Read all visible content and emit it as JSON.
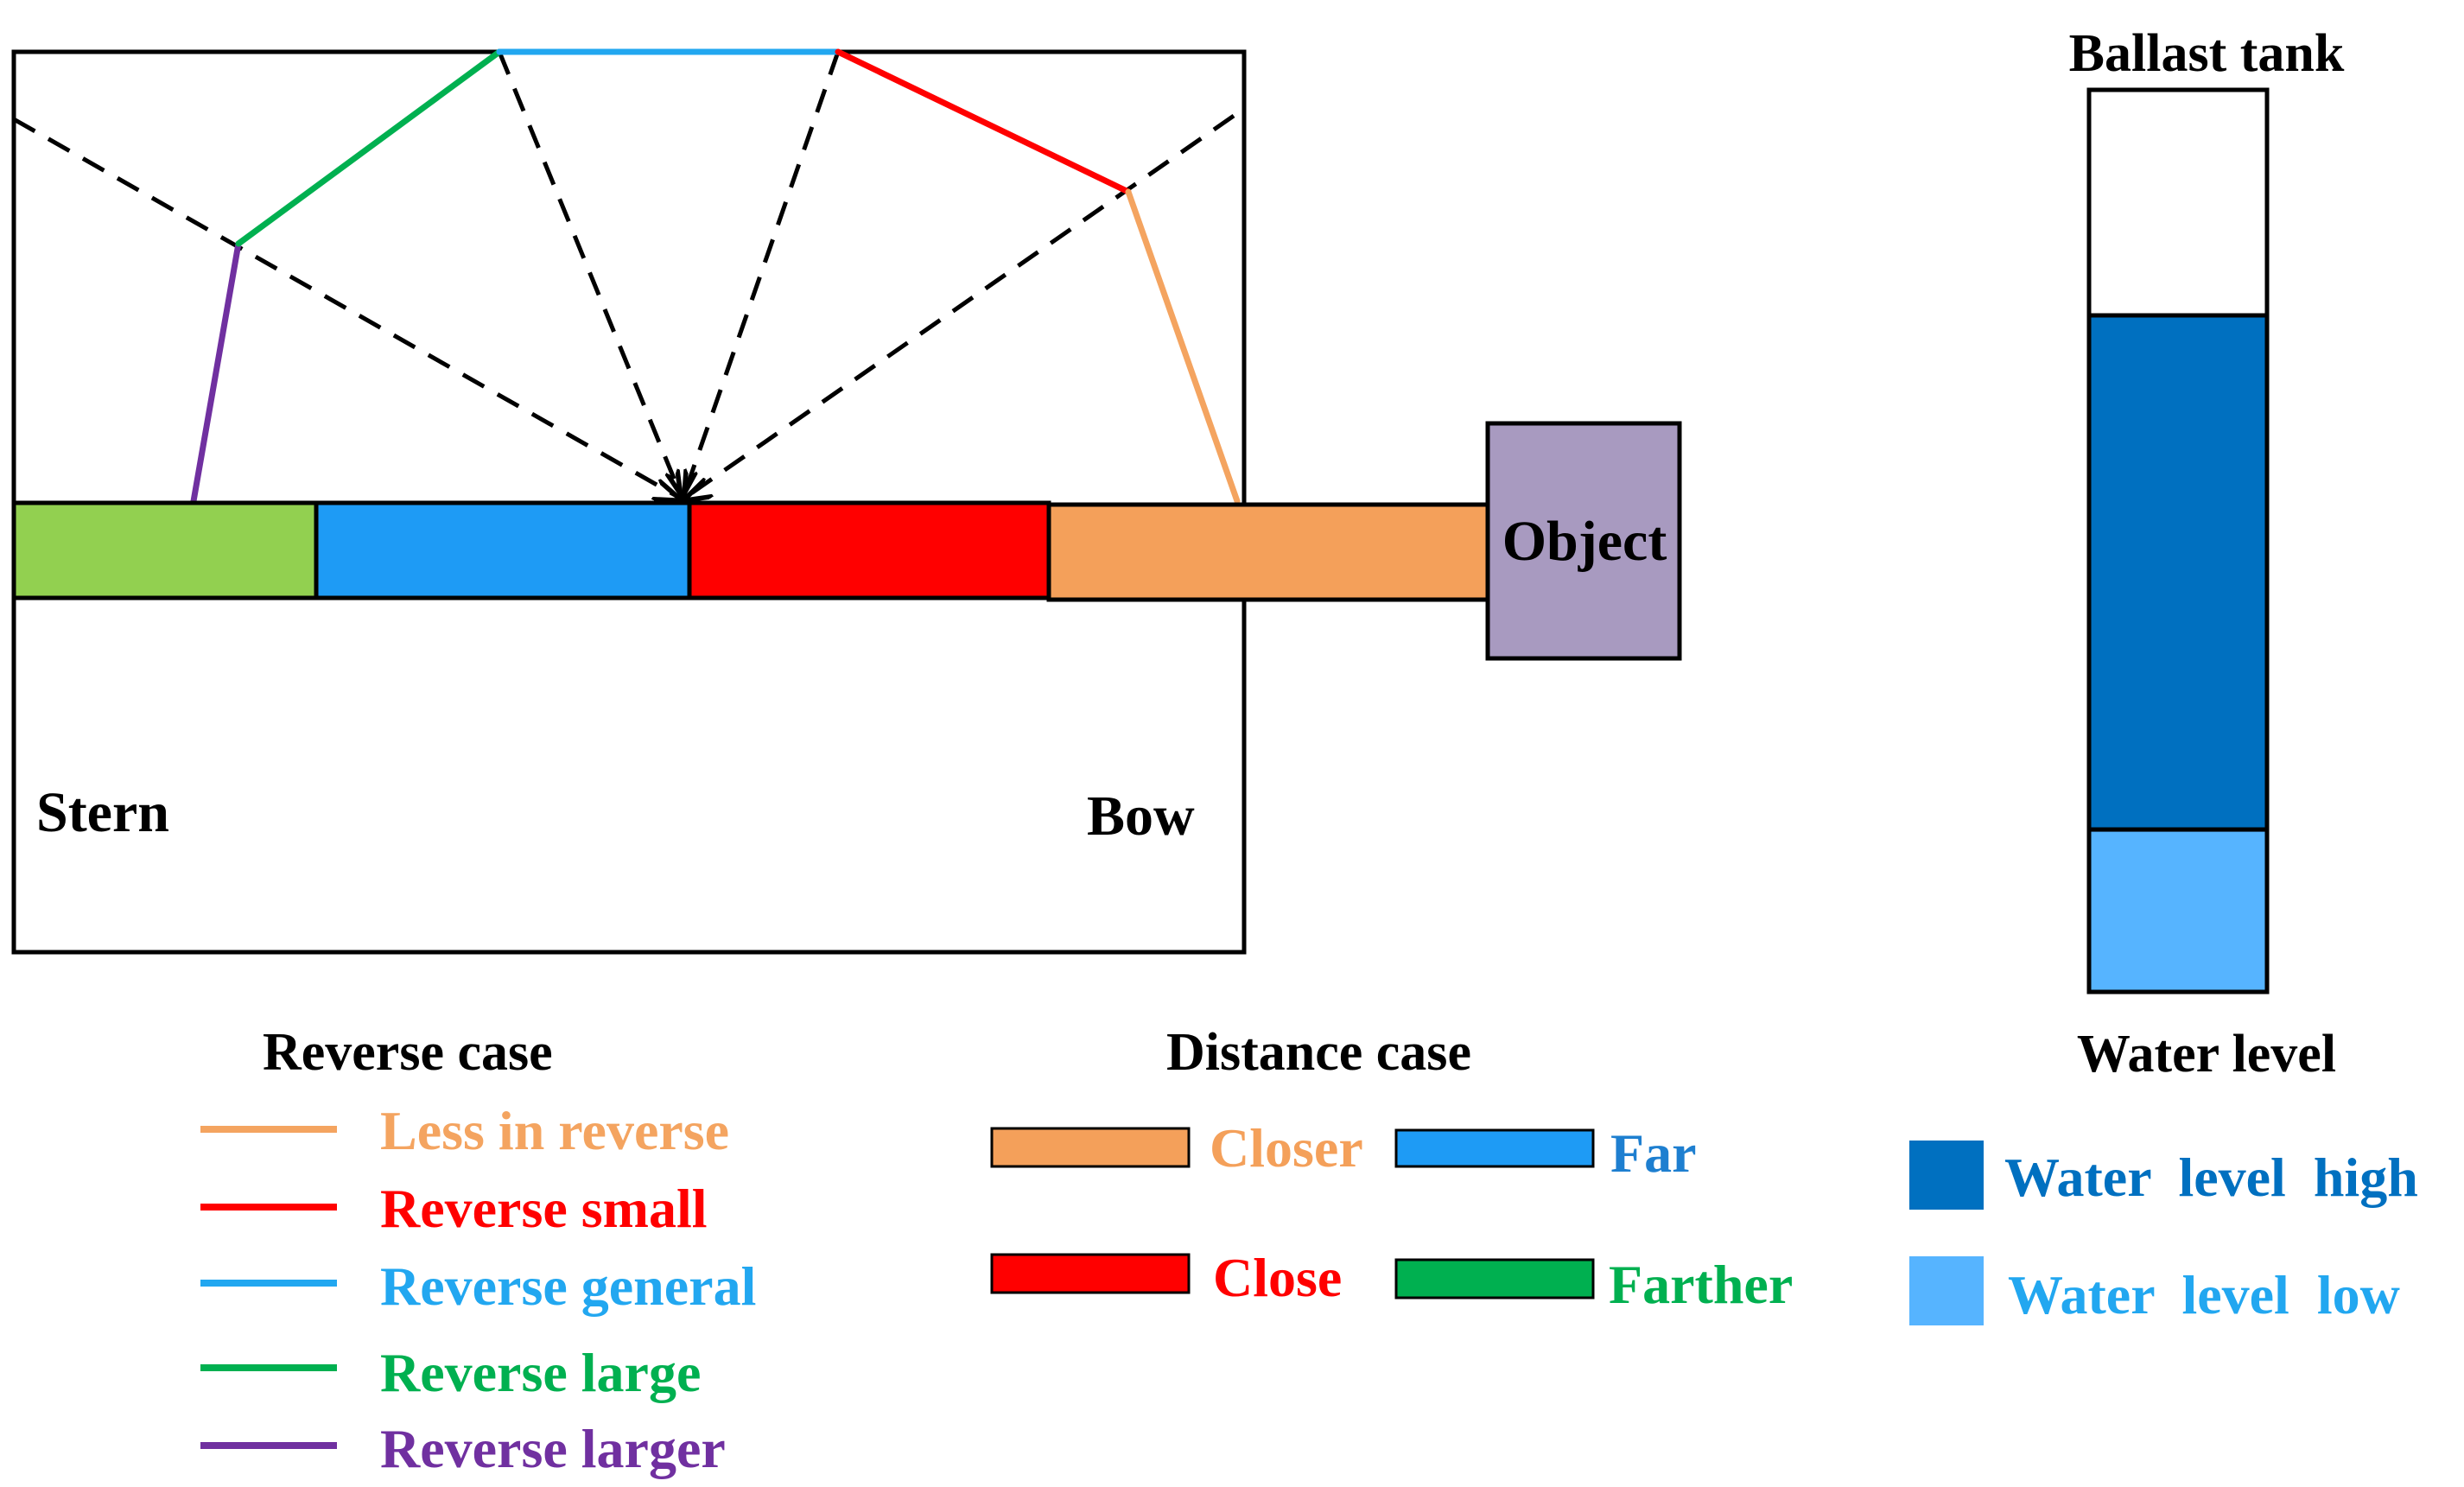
{
  "ship": {
    "stern_label": "Stern",
    "bow_label": "Bow",
    "object_label": "Object"
  },
  "ballast": {
    "title": "Ballast tank",
    "caption": "Water level",
    "high_fraction": 0.57,
    "low_fraction": 0.18
  },
  "reverse_legend": {
    "title": "Reverse case",
    "items": [
      {
        "label": "Less in reverse",
        "color": "#F4A460"
      },
      {
        "label": "Reverse small",
        "color": "#FF0000"
      },
      {
        "label": "Reverse general",
        "color": "#22A7F0"
      },
      {
        "label": "Reverse large",
        "color": "#00B050"
      },
      {
        "label": "Reverse larger",
        "color": "#7030A0"
      }
    ]
  },
  "distance_legend": {
    "title": "Distance case",
    "items": [
      {
        "label": "Closer",
        "color": "#F4A05A"
      },
      {
        "label": "Far",
        "color": "#1E9BF5"
      },
      {
        "label": "Close",
        "color": "#FF0000"
      },
      {
        "label": "Farther",
        "color": "#00B050"
      }
    ]
  },
  "water_legend": {
    "items": [
      {
        "label": "Water  level  high",
        "color": "#0070C0"
      },
      {
        "label": "Water  level  low",
        "color": "#56B4FF"
      }
    ]
  },
  "colors": {
    "segment_farther": "#92D050",
    "segment_far": "#1E9BF5",
    "segment_close": "#FF0000",
    "segment_closer": "#F4A05A",
    "object_fill": "#A89AC0",
    "tank_high": "#0070C0",
    "tank_low": "#56B4FF"
  }
}
